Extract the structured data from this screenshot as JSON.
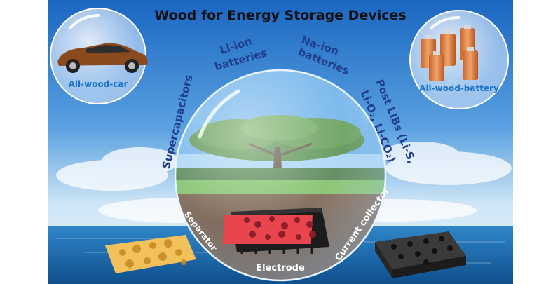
{
  "title": "Wood for Energy Storage Devices",
  "bubbles": {
    "car_label": "All-wood-car",
    "battery_label": "All-wood-battery"
  },
  "applications": {
    "supercapacitors": "Supercapacitors",
    "li_ion_line1": "Li-ion",
    "li_ion_line2": "batteries",
    "na_ion_line1": "Na-ion",
    "na_ion_line2": "batteries",
    "post_libs": "Post LIBs (Li-S,",
    "post_libs_line2": "Li-O₂, Li-CO₂)"
  },
  "components": {
    "separator": "Separator",
    "electrode": "Electrode",
    "current_collector": "Current collector"
  },
  "colors": {
    "title_text": "#111111",
    "label_blue": "#1f3d8a",
    "bubble_label": "#1a73c9",
    "sky_top": "#1c6fcc",
    "sea": "#1e73b5",
    "electrode_red": "#e8454f",
    "separator_gold": "#f3c15b",
    "collector_dark": "#2b2b2b"
  }
}
